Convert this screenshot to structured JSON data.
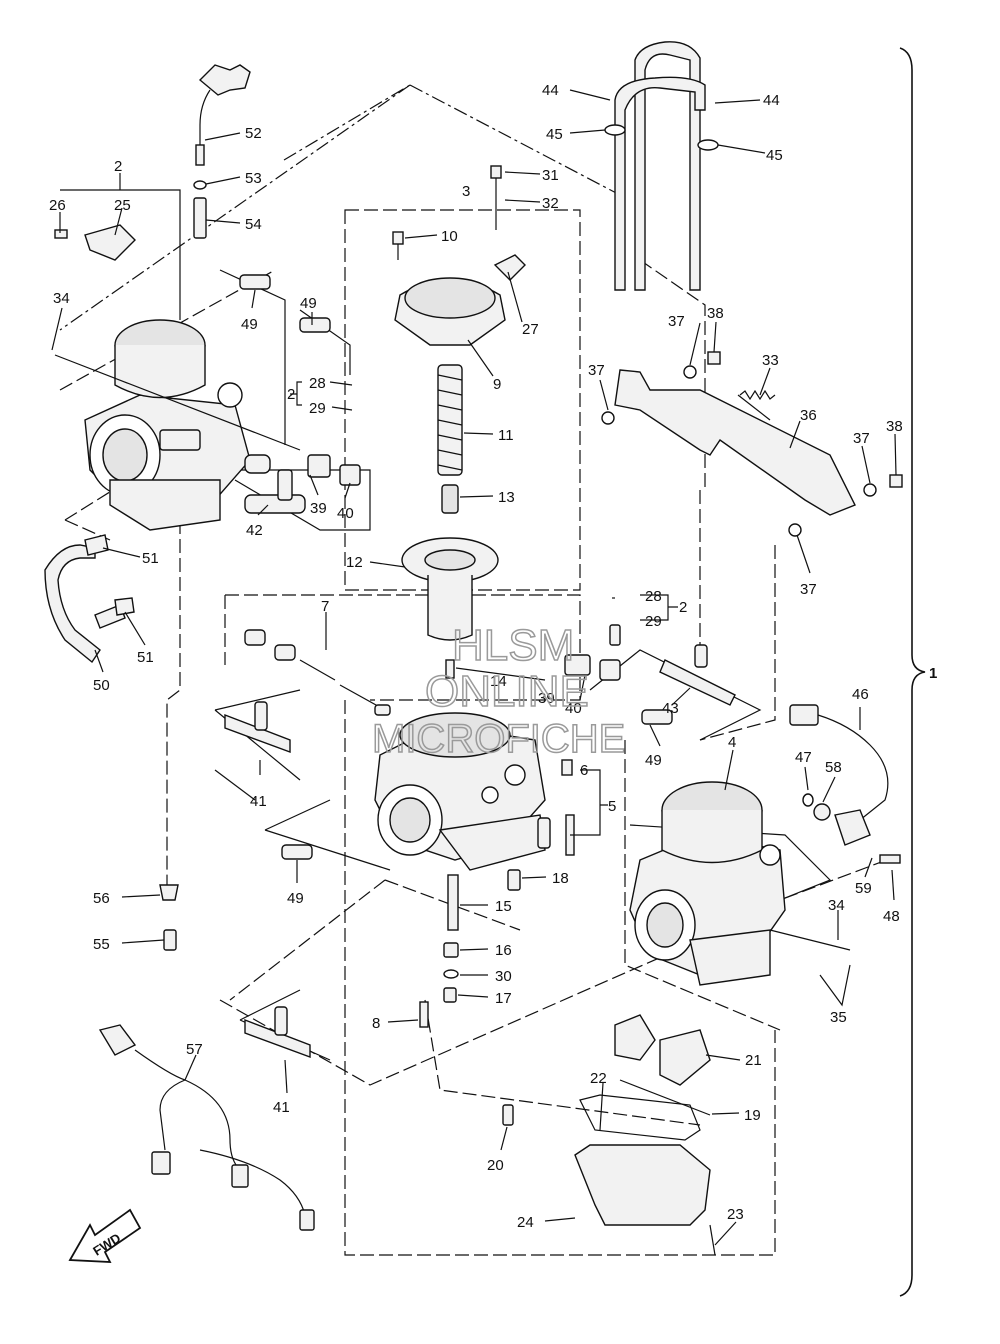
{
  "callouts": [
    {
      "id": "c1",
      "label": "1"
    },
    {
      "id": "c2a",
      "label": "2"
    },
    {
      "id": "c2b",
      "label": "2"
    },
    {
      "id": "c2c",
      "label": "2"
    },
    {
      "id": "c3",
      "label": "3"
    },
    {
      "id": "c4",
      "label": "4"
    },
    {
      "id": "c5",
      "label": "5"
    },
    {
      "id": "c6",
      "label": "6"
    },
    {
      "id": "c7",
      "label": "7"
    },
    {
      "id": "c8",
      "label": "8"
    },
    {
      "id": "c9",
      "label": "9"
    },
    {
      "id": "c10",
      "label": "10"
    },
    {
      "id": "c11",
      "label": "11"
    },
    {
      "id": "c12",
      "label": "12"
    },
    {
      "id": "c13",
      "label": "13"
    },
    {
      "id": "c14",
      "label": "14"
    },
    {
      "id": "c15",
      "label": "15"
    },
    {
      "id": "c16",
      "label": "16"
    },
    {
      "id": "c17",
      "label": "17"
    },
    {
      "id": "c18",
      "label": "18"
    },
    {
      "id": "c19",
      "label": "19"
    },
    {
      "id": "c20",
      "label": "20"
    },
    {
      "id": "c21",
      "label": "21"
    },
    {
      "id": "c22",
      "label": "22"
    },
    {
      "id": "c23",
      "label": "23"
    },
    {
      "id": "c24",
      "label": "24"
    },
    {
      "id": "c25",
      "label": "25"
    },
    {
      "id": "c26",
      "label": "26"
    },
    {
      "id": "c27",
      "label": "27"
    },
    {
      "id": "c28a",
      "label": "28"
    },
    {
      "id": "c28b",
      "label": "28"
    },
    {
      "id": "c29a",
      "label": "29"
    },
    {
      "id": "c29b",
      "label": "29"
    },
    {
      "id": "c30",
      "label": "30"
    },
    {
      "id": "c31",
      "label": "31"
    },
    {
      "id": "c32",
      "label": "32"
    },
    {
      "id": "c33",
      "label": "33"
    },
    {
      "id": "c34a",
      "label": "34"
    },
    {
      "id": "c34b",
      "label": "34"
    },
    {
      "id": "c35",
      "label": "35"
    },
    {
      "id": "c36",
      "label": "36"
    },
    {
      "id": "c37a",
      "label": "37"
    },
    {
      "id": "c37b",
      "label": "37"
    },
    {
      "id": "c37c",
      "label": "37"
    },
    {
      "id": "c37d",
      "label": "37"
    },
    {
      "id": "c38a",
      "label": "38"
    },
    {
      "id": "c38b",
      "label": "38"
    },
    {
      "id": "c39a",
      "label": "39"
    },
    {
      "id": "c39b",
      "label": "39"
    },
    {
      "id": "c40a",
      "label": "40"
    },
    {
      "id": "c40b",
      "label": "40"
    },
    {
      "id": "c41a",
      "label": "41"
    },
    {
      "id": "c41b",
      "label": "41"
    },
    {
      "id": "c42",
      "label": "42"
    },
    {
      "id": "c43",
      "label": "43"
    },
    {
      "id": "c44a",
      "label": "44"
    },
    {
      "id": "c44b",
      "label": "44"
    },
    {
      "id": "c45a",
      "label": "45"
    },
    {
      "id": "c45b",
      "label": "45"
    },
    {
      "id": "c46",
      "label": "46"
    },
    {
      "id": "c47",
      "label": "47"
    },
    {
      "id": "c48",
      "label": "48"
    },
    {
      "id": "c49a",
      "label": "49"
    },
    {
      "id": "c49b",
      "label": "49"
    },
    {
      "id": "c49c",
      "label": "49"
    },
    {
      "id": "c49d",
      "label": "49"
    },
    {
      "id": "c50",
      "label": "50"
    },
    {
      "id": "c51a",
      "label": "51"
    },
    {
      "id": "c51b",
      "label": "51"
    },
    {
      "id": "c52",
      "label": "52"
    },
    {
      "id": "c53",
      "label": "53"
    },
    {
      "id": "c54",
      "label": "54"
    },
    {
      "id": "c55",
      "label": "55"
    },
    {
      "id": "c56",
      "label": "56"
    },
    {
      "id": "c57",
      "label": "57"
    },
    {
      "id": "c58",
      "label": "58"
    },
    {
      "id": "c59",
      "label": "59"
    }
  ],
  "watermark": {
    "line1": "HLSM",
    "line2": "ONLINE",
    "line3": "MICROFICHE"
  },
  "fwd_label": "FWD"
}
